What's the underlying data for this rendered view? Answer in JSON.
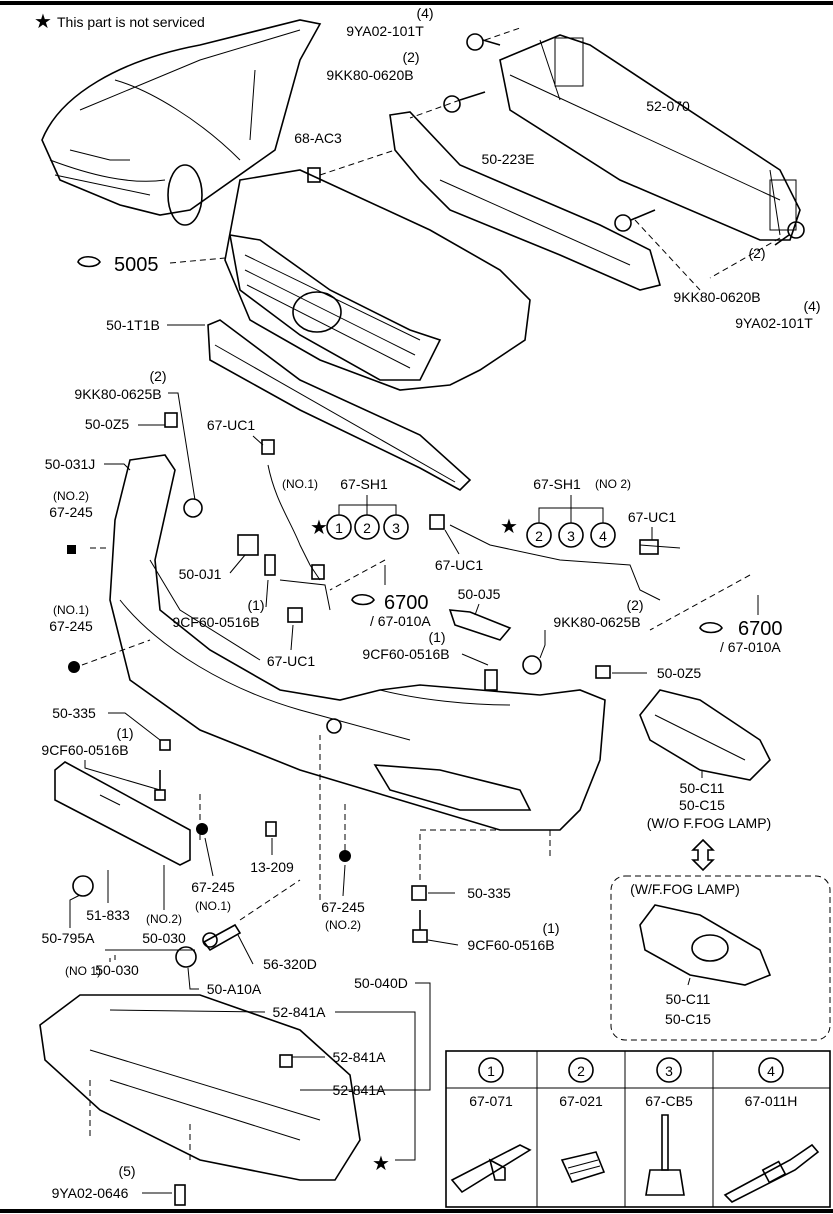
{
  "note": "This part is not serviced",
  "star": "★",
  "ref_icon": "refer-to-section-icon",
  "labels": {
    "p9ya02_101t_top_qty": "(4)",
    "p9ya02_101t_top": "9YA02-101T",
    "p9kk80_0620b_top_qty": "(2)",
    "p9kk80_0620b_top": "9KK80-0620B",
    "p68ac3": "68-AC3",
    "p52070": "52-070",
    "p50223e": "50-223E",
    "p5005": "5005",
    "p9kk80_0620b_right": "9KK80-0620B",
    "p9ya02_101t_right_qty": "(2)",
    "p9ya02_101t_right_qty2": "(4)",
    "p9ya02_101t_right": "9YA02-101T",
    "p501t1b": "50-1T1B",
    "p9kk80_0625b_left_qty": "(2)",
    "p9kk80_0625b_left": "9KK80-0625B",
    "p500z5_left": "50-0Z5",
    "p67uc1_top": "67-UC1",
    "p50031j": "50-031J",
    "p67245_no2_qty": "(NO.2)",
    "p67245_no2": "67-245",
    "no1_a": "(NO.1)",
    "p67sh1_a": "67-SH1",
    "p67sh1_b": "67-SH1",
    "no2_b": "(NO 2)",
    "p67uc1_right": "67-UC1",
    "p500j1": "50-0J1",
    "p67uc1_mid": "67-UC1",
    "p6700_a": "6700",
    "p67010a_a": "/ 67-010A",
    "p67245_no1_qty": "(NO.1)",
    "p67245_no1": "67-245",
    "p9cf60_l_qty": "(1)",
    "p9cf60_l": "9CF60-0516B",
    "p67uc1_low": "67-UC1",
    "p500j5": "50-0J5",
    "p9cf60_m_qty": "(1)",
    "p9cf60_m": "9CF60-0516B",
    "p9kk80_0625b_right": "9KK80-0625B",
    "p9kk80_0625b_right_qty": "(2)",
    "p6700_b": "6700",
    "p67010a_b": "/ 67-010A",
    "p500z5_right": "50-0Z5",
    "p50335_l": "50-335",
    "p9cf60_ll_qty": "(1)",
    "p9cf60_ll": "9CF60-0516B",
    "p50c11_a": "50-C11",
    "p50c15_a": "50-C15",
    "wo_fog": "(W/O F.FOG LAMP)",
    "p13209": "13-209",
    "p67245_c": "67-245",
    "no1_c": "(NO.1)",
    "p67245_d": "67-245",
    "no2_d": "(NO.2)",
    "p50335_r": "50-335",
    "p9cf60_r_qty": "(1)",
    "p9cf60_r": "9CF60-0516B",
    "w_fog": "(W/F.FOG LAMP)",
    "p51833": "51-833",
    "no2_e": "(NO.2)",
    "p50795a": "50-795A",
    "p50030_a": "50-030",
    "no1_f": "(NO 1)",
    "p50030_b": "50-030",
    "p56320d": "56-320D",
    "p50a10a": "50-A10A",
    "p50040d": "50-040D",
    "p52841a_1": "52-841A",
    "p52841a_2": "52-841A",
    "p52841a_3": "52-841A",
    "p50c11_b": "50-C11",
    "p50c15_b": "50-C15",
    "p9ya02_0646_qty": "(5)",
    "p9ya02_0646": "9YA02-0646"
  },
  "circles": [
    "1",
    "2",
    "3",
    "4"
  ],
  "legend": [
    {
      "num": "1",
      "part": "67-071"
    },
    {
      "num": "2",
      "part": "67-021"
    },
    {
      "num": "3",
      "part": "67-CB5"
    },
    {
      "num": "4",
      "part": "67-011H"
    }
  ]
}
